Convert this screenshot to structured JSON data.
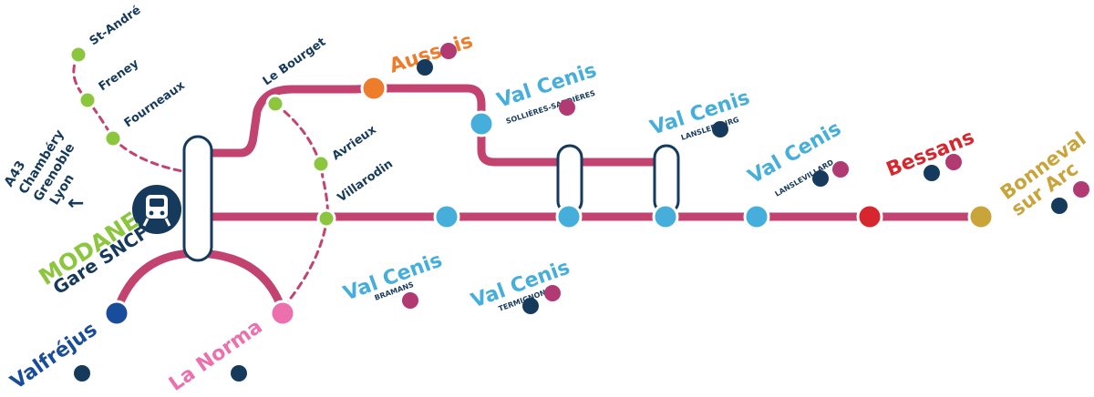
{
  "colors": {
    "line": "#c2436f",
    "modane": "#8cc63f",
    "valcenis": "#45aedb",
    "aussois": "#ee7d2b",
    "bessans": "#d8262e",
    "bonneval": "#c9a43a",
    "valfrejus": "#1a4c9c",
    "lanorma": "#ec6fae",
    "green_stops": "#8cc63f",
    "navy": "#163a5c",
    "ski_badge": "#b23a72"
  },
  "hub": {
    "name": "MODANE",
    "sub": "Gare SNCF",
    "icon": "train-icon"
  },
  "road": {
    "lines": [
      "A43",
      "Chambéry",
      "Grenoble",
      "Lyon"
    ],
    "arrow": "←"
  },
  "green_stops": [
    "St-André",
    "Freney",
    "Fourneaux",
    "Le Bourget",
    "Avrieux",
    "Villarodin"
  ],
  "resorts": {
    "aussois": {
      "name": "Aussois",
      "icons": [
        "skier-icon",
        "ski-touring-icon"
      ]
    },
    "sollieres": {
      "name": "Val Cenis",
      "sub": "SOLLIÈRES-SARDIÈRES",
      "icons": [
        "ski-touring-icon"
      ]
    },
    "lanslebourg": {
      "name": "Val Cenis",
      "sub": "LANSLEBOURG",
      "icons": [
        "skier-icon"
      ]
    },
    "lanslevillard": {
      "name": "Val Cenis",
      "sub": "LANSLEVILLARD",
      "icons": [
        "skier-icon",
        "ski-touring-icon"
      ]
    },
    "bessans": {
      "name": "Bessans",
      "icons": [
        "skier-icon",
        "ski-touring-icon"
      ]
    },
    "bonneval": {
      "name1": "Bonneval",
      "name2": "sur Arc",
      "icons": [
        "skier-icon",
        "ski-touring-icon"
      ]
    },
    "bramans": {
      "name": "Val Cenis",
      "sub": "BRAMANS",
      "icons": [
        "ski-touring-icon"
      ]
    },
    "termignon": {
      "name": "Val Cenis",
      "sub": "TERMIGNON",
      "icons": [
        "skier-icon",
        "ski-touring-icon"
      ]
    },
    "valfrejus": {
      "name": "Valfréjus",
      "icons": [
        "skier-icon"
      ]
    },
    "lanorma": {
      "name": "La Norma",
      "icons": [
        "skier-icon"
      ]
    }
  }
}
